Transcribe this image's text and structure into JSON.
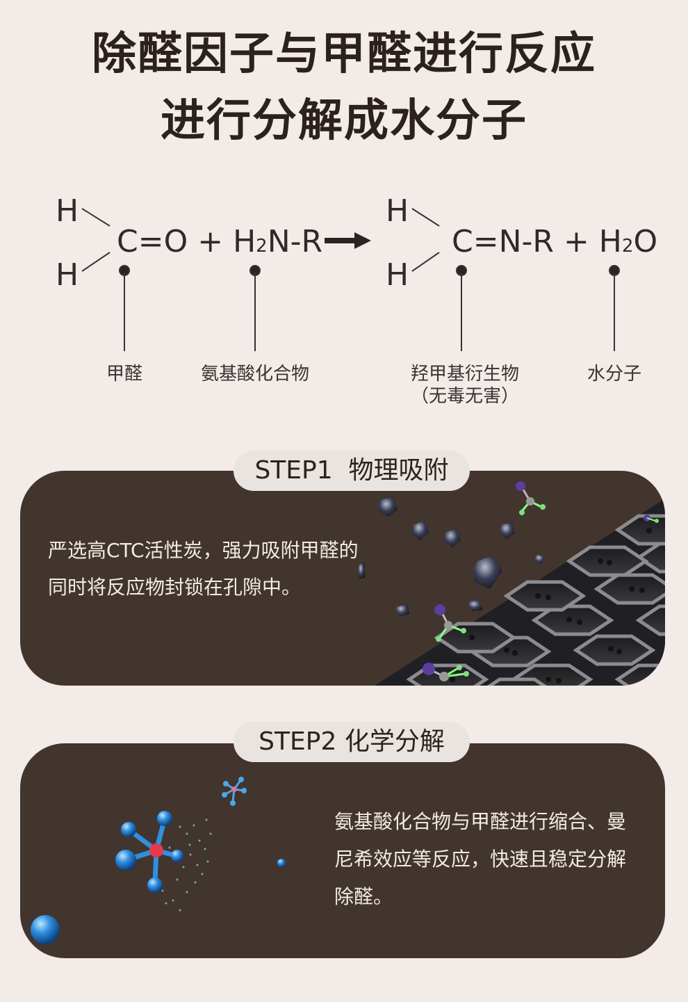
{
  "title": {
    "line1": "除醛因子与甲醛进行反应",
    "line2": "进行分解成水分子"
  },
  "equation": {
    "reactant_h_top": "H",
    "reactant_h_bottom": "H",
    "reactant_core": "C=O + H",
    "reactant_sub": "2",
    "reactant_tail": "N-R",
    "product_h_top": "H",
    "product_h_bottom": "H",
    "product_core": "C=N-R + H",
    "product_sub": "2",
    "product_tail": "O",
    "labels": {
      "formaldehyde": "甲醛",
      "amino_acid": "氨基酸化合物",
      "hydroxymethyl_line1": "羟甲基衍生物",
      "hydroxymethyl_line2": "（无毒无害）",
      "water": "水分子"
    }
  },
  "step1": {
    "badge": "STEP1  物理吸附",
    "line1": "严选高CTC活性炭，强力吸附甲醛的",
    "line2": "同时将反应物封锁在孔隙中。"
  },
  "step2": {
    "badge": "STEP2 化学分解",
    "line1": "氨基酸化合物与甲醛进行缩合、曼",
    "line2": "尼希效应等反应，快速且稳定分解",
    "line3": "除醛。"
  },
  "colors": {
    "background": "#f3ebe7",
    "panel": "#42352d",
    "badge": "#e9e4df",
    "molecule_blue": "#2f8fe0"
  }
}
